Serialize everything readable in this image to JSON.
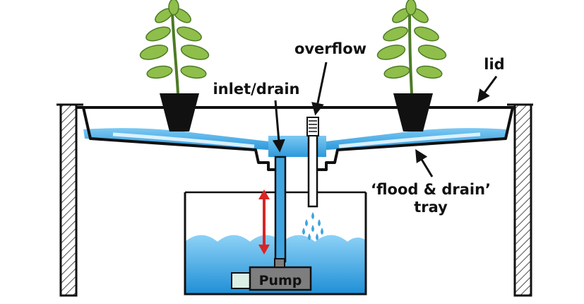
{
  "labels": {
    "overflow": "overflow",
    "lid": "lid",
    "inlet_drain": "inlet/drain",
    "tray_line1": "‘flood & drain’",
    "tray_line2": "tray",
    "pump": "Pump"
  },
  "colors": {
    "water_light": "#bfe6fb",
    "water_mid": "#59b8ec",
    "water_dark": "#1f8fd6",
    "pipe_blue": "#3fa4e0",
    "pump_body": "#7e7e7e",
    "pump_box": "#dcefe5",
    "height_arrow": "#d92525",
    "leaf": "#8fbf4a",
    "leaf_dark": "#4d7a26",
    "pot": "#111111"
  }
}
